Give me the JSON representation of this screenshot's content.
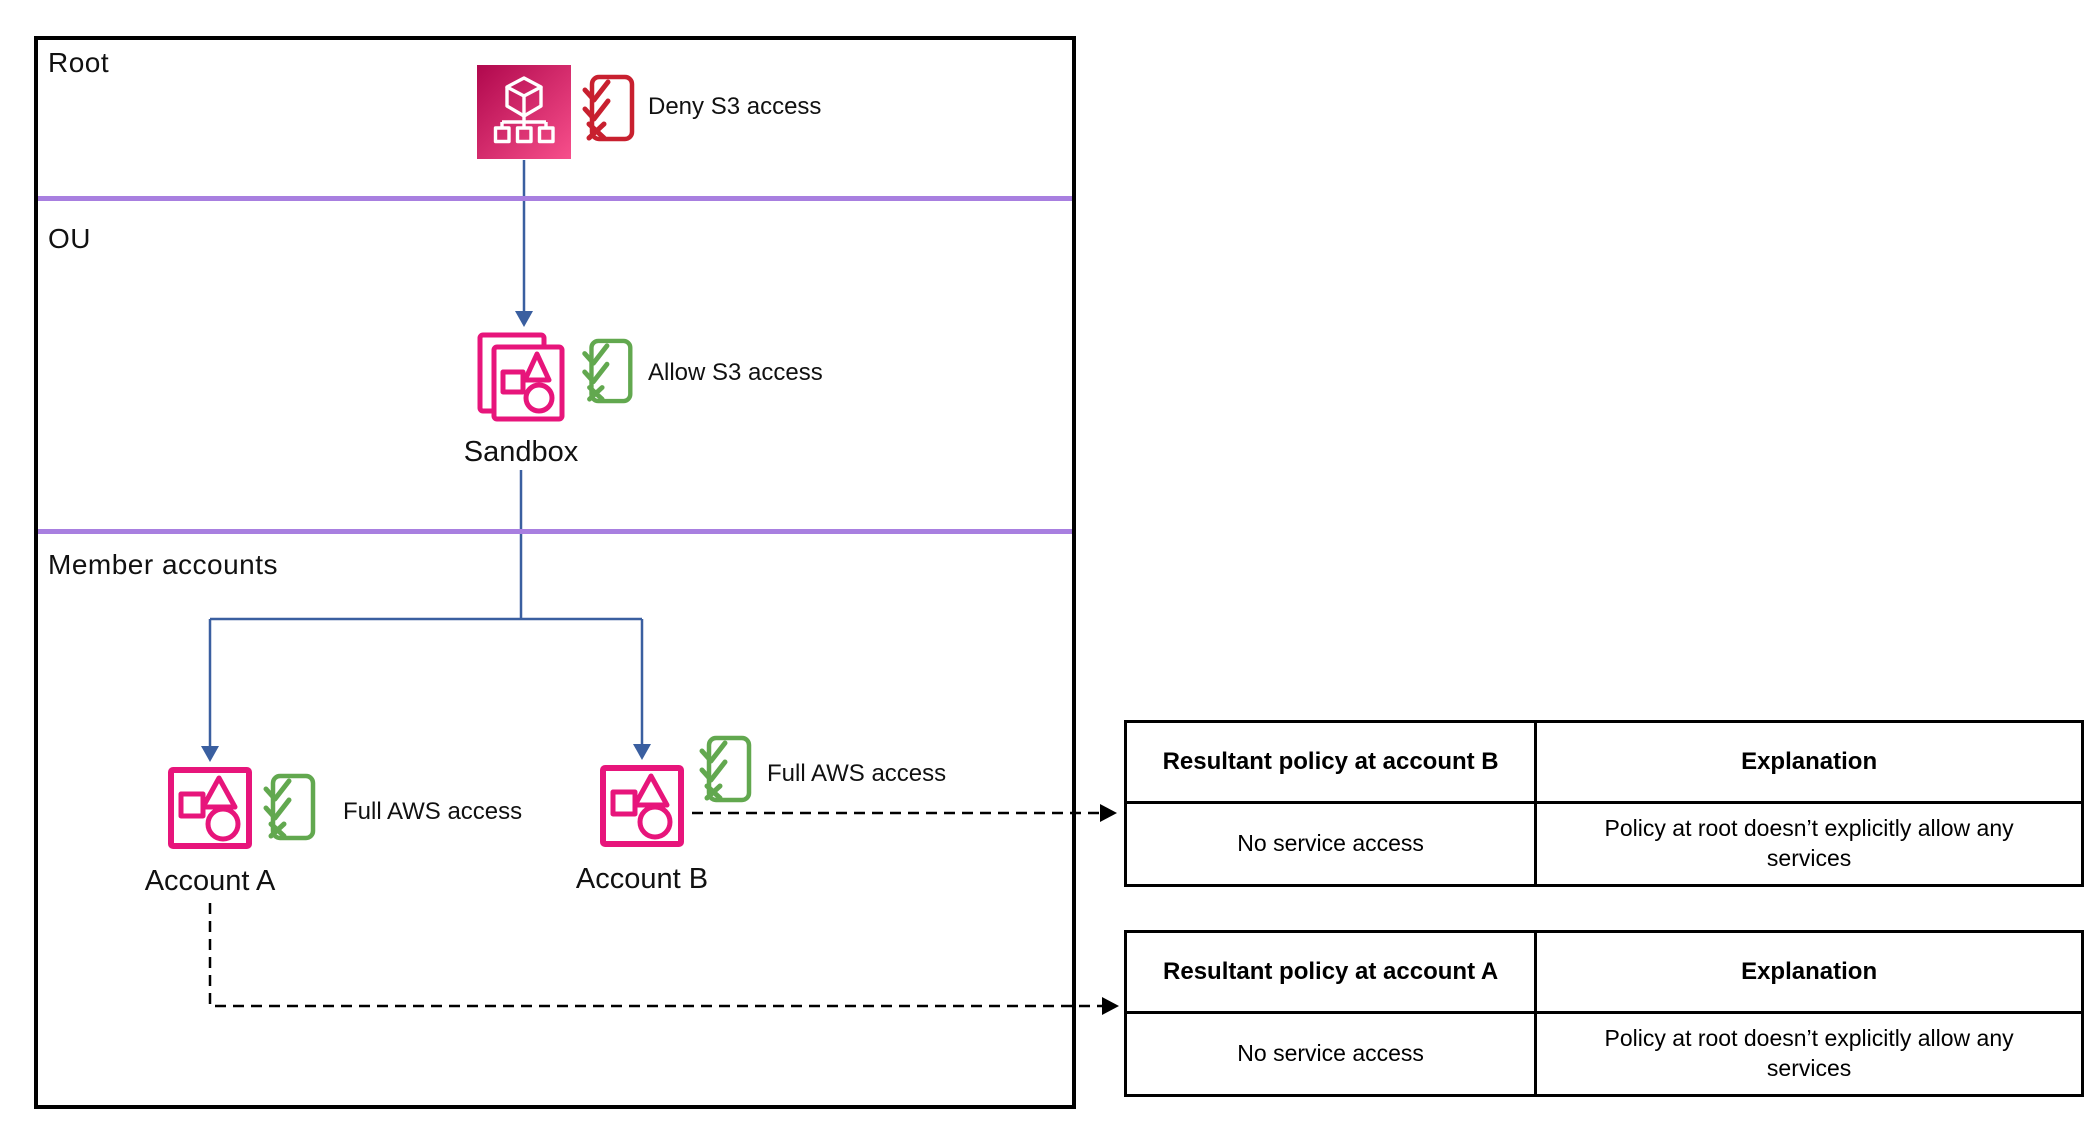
{
  "colors": {
    "pink": "#E7157B",
    "orgStart": "#B0084D",
    "orgEnd": "#F74F8B",
    "red": "#C8202F",
    "green": "#62A84F",
    "blue": "#3A5FA0",
    "purple": "#A87FE0",
    "black": "#000000"
  },
  "diagram": {
    "sections": {
      "root": {
        "label": "Root"
      },
      "ou": {
        "label": "OU"
      },
      "member": {
        "label": "Member accounts"
      }
    },
    "root_node": {
      "policy": "Deny S3 access"
    },
    "ou_node": {
      "name": "Sandbox",
      "policy": "Allow S3 access"
    },
    "account_a": {
      "name": "Account A",
      "policy": "Full AWS access"
    },
    "account_b": {
      "name": "Account B",
      "policy": "Full AWS access"
    }
  },
  "tables": {
    "account_b": {
      "headers": {
        "policy": "Resultant policy at account B",
        "explanation": "Explanation"
      },
      "row": {
        "policy": "No service access",
        "explanation": "Policy at root doesn’t explicitly allow any services"
      }
    },
    "account_a": {
      "headers": {
        "policy": "Resultant policy at account A",
        "explanation": "Explanation"
      },
      "row": {
        "policy": "No service access",
        "explanation": "Policy at root doesn’t explicitly allow any services"
      }
    }
  },
  "icons": {
    "root": "aws-organizations-icon",
    "root_policy": "deny-policy-checklist-icon",
    "ou": "organizational-unit-icon",
    "ou_policy": "allow-policy-checklist-icon",
    "account": "aws-account-icon",
    "account_policy": "allow-policy-checklist-icon"
  }
}
